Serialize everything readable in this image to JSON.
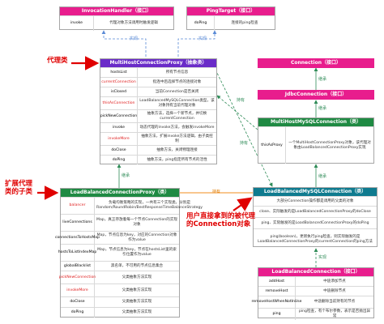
{
  "boxes": {
    "invocation_handler": {
      "title": "InvocationHandler（接口）",
      "rows": [
        {
          "k": "invoke",
          "v": "代理对象方法调用时触发逻辑"
        }
      ]
    },
    "ping_target": {
      "title": "PingTarget（接口）",
      "rows": [
        {
          "k": "doPing",
          "v": "连接的ping检查"
        }
      ]
    },
    "multi_host_proxy": {
      "title": "MultiHostConnectionProxy（抽象类）",
      "rows": [
        {
          "k": "hostsList",
          "v": "所有节点信息"
        },
        {
          "k": "currentConnection",
          "v": "指连中后选择节点的连接对象"
        },
        {
          "k": "isClosed",
          "v": "当前Connection是否关闭"
        },
        {
          "k": "thisAsConnection",
          "v": "LoadBalancedMySQLConnection类型，该对象持有当前代理对象"
        },
        {
          "k": "pickNewConnection",
          "v": "抽象方法，选择一个新节点，并切换currentConnection"
        },
        {
          "k": "invoke",
          "v": "动态代理的invoke方法，会触发invokeMore"
        },
        {
          "k": "invokeMore",
          "v": "抽象方法，扩展invoke方法逻辑，由子类控制"
        },
        {
          "k": "doClose",
          "v": "抽象方法，关闭物理连接"
        },
        {
          "k": "doPing",
          "v": "抽象方法，ping指定所有节点的活性"
        }
      ]
    },
    "lb_proxy": {
      "title": "LoadBalancedConnectionProxy（类）",
      "rows": [
        {
          "k": "balancer",
          "v": "负载均衡策略的实现，一共有三个实现类，分别是Random/RoundRobin/BestResponseTimeBalanceStrategy"
        },
        {
          "k": "liveConnections",
          "v": "Map，真正存放着每一个节点Connection的实现对象"
        },
        {
          "k": "connectionsToHostsMap",
          "v": "Map，节点信息为key，对应的Connection对象作为value"
        },
        {
          "k": "hostsToListIndexMap",
          "v": "Map，节点信息为key，节点在hostsList里的索引位置作为value"
        },
        {
          "k": "globalBlacklist",
          "v": "黑名单，不可用的节点信息集合"
        },
        {
          "k": "pickNewConnection",
          "v": "父类抽象方法实现"
        },
        {
          "k": "invokeMore",
          "v": "父类抽象方法实现"
        },
        {
          "k": "doClose",
          "v": "父类抽象方法实现"
        },
        {
          "k": "doPing",
          "v": "父类抽象方法实现"
        }
      ]
    },
    "connection": {
      "title": "Connection（接口）"
    },
    "jdbc_connection": {
      "title": "JdbcConnection（接口）"
    },
    "multi_host_mysql": {
      "title": "MultiHostMySQLConnection（类）",
      "rows": [
        {
          "k": "thisAsProxy",
          "v": "一个MultiHostConnectionProxy对象，该代理对象由LoadBalancedConnectionProxy实现"
        }
      ]
    },
    "lb_mysql": {
      "title": "LoadBalancedMySQLConnection（类）",
      "items": [
        "大部分Connection操作都是调用的父类的对象",
        "close、实际触发的是LoadBalancedConnectionProxy的doClose",
        "ping、实际触发的是LoadBalancedConnectionProxy的doPing",
        "ping(boolean)，更新执行ping检查，则实际触发的是LoadBalancedConnectionProxy的currentConnection的ping方法"
      ]
    },
    "lb_connection": {
      "title": "LoadBalancedConnection（接口）",
      "rows": [
        {
          "k": "addHost",
          "v": "中途添加节点"
        },
        {
          "k": "removeHost",
          "v": "中途删除节点"
        },
        {
          "k": "removeHostWhenNotInUse",
          "v": "中途删除当前持有的节点"
        },
        {
          "k": "ping",
          "v": "ping检查，有个布尔参数，表示是否抛出异常"
        }
      ]
    }
  },
  "labels": {
    "proxy_class": "代理类",
    "extended_proxy": "扩展代理类的子类",
    "user_connection": "用户直接拿到的被代理的Connection对象",
    "implements": "实现",
    "inherits": "继承",
    "holds": "持有"
  },
  "colors": {
    "pink": "#e81d8d",
    "purple": "#6a2bc8",
    "green": "#1f8a43",
    "teal": "#0f7b8f",
    "red_annotation": "#e00000"
  }
}
